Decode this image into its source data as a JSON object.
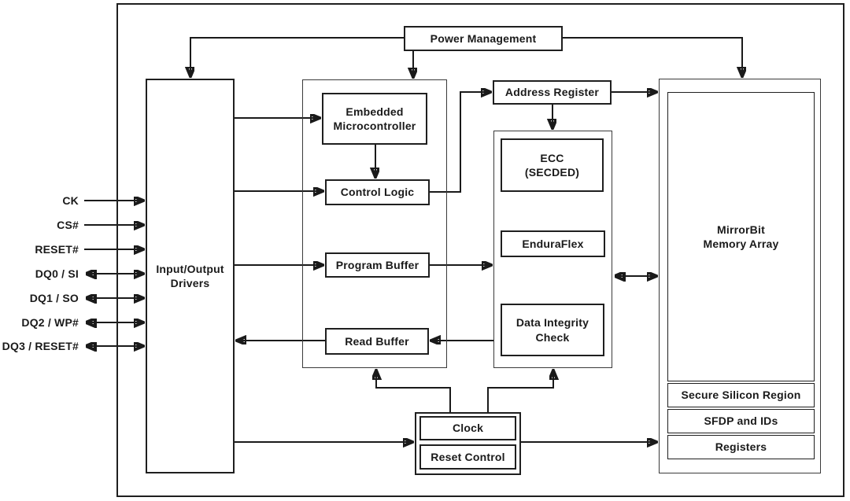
{
  "blocks": {
    "power_management": "Power Management",
    "io_drivers": "Input/Output\nDrivers",
    "embedded_microcontroller": "Embedded\nMicrocontroller",
    "control_logic": "Control Logic",
    "program_buffer": "Program Buffer",
    "read_buffer": "Read Buffer",
    "address_register": "Address Register",
    "ecc": "ECC\n(SECDED)",
    "enduraflex": "EnduraFlex",
    "data_integrity_check": "Data Integrity\nCheck",
    "mirrorbit_memory_array": "MirrorBit\nMemory Array",
    "secure_silicon_region": "Secure Silicon Region",
    "sfdp_and_ids": "SFDP and IDs",
    "registers": "Registers",
    "clock": "Clock",
    "reset_control": "Reset Control"
  },
  "signals": [
    {
      "label": "CK",
      "direction": "input"
    },
    {
      "label": "CS#",
      "direction": "input"
    },
    {
      "label": "RESET#",
      "direction": "input"
    },
    {
      "label": "DQ0 / SI",
      "direction": "bidirectional"
    },
    {
      "label": "DQ1 / SO",
      "direction": "bidirectional"
    },
    {
      "label": "DQ2 / WP#",
      "direction": "bidirectional"
    },
    {
      "label": "DQ3 / RESET#",
      "direction": "bidirectional"
    }
  ],
  "colors": {
    "line": "#1a1a1a",
    "background": "#ffffff"
  }
}
